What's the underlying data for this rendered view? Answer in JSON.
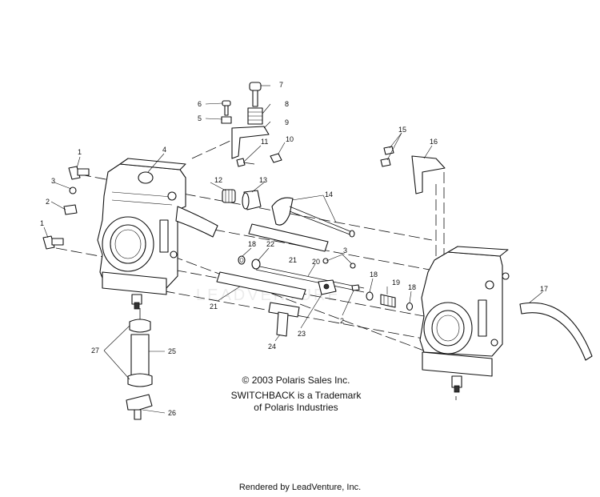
{
  "diagram": {
    "copyright": "© 2003 Polaris Sales Inc.",
    "trademark_line1": "SWITCHBACK is a Trademark",
    "trademark_line2": "of Polaris Industries",
    "watermark": "LEADVENTURE",
    "footer": "Rendered by LeadVenture, Inc.",
    "callouts": [
      {
        "id": "c1a",
        "text": "1"
      },
      {
        "id": "c1b",
        "text": "1"
      },
      {
        "id": "c2a",
        "text": "2"
      },
      {
        "id": "c2b",
        "text": "2"
      },
      {
        "id": "c3a",
        "text": "3"
      },
      {
        "id": "c3b",
        "text": "3"
      },
      {
        "id": "c4",
        "text": "4"
      },
      {
        "id": "c5",
        "text": "5"
      },
      {
        "id": "c6",
        "text": "6"
      },
      {
        "id": "c7",
        "text": "7"
      },
      {
        "id": "c8",
        "text": "8"
      },
      {
        "id": "c9",
        "text": "9"
      },
      {
        "id": "c10",
        "text": "10"
      },
      {
        "id": "c11",
        "text": "11"
      },
      {
        "id": "c12",
        "text": "12"
      },
      {
        "id": "c13",
        "text": "13"
      },
      {
        "id": "c14",
        "text": "14"
      },
      {
        "id": "c15",
        "text": "15"
      },
      {
        "id": "c16",
        "text": "16"
      },
      {
        "id": "c17",
        "text": "17"
      },
      {
        "id": "c18a",
        "text": "18"
      },
      {
        "id": "c18b",
        "text": "18"
      },
      {
        "id": "c18c",
        "text": "18"
      },
      {
        "id": "c19",
        "text": "19"
      },
      {
        "id": "c20",
        "text": "20"
      },
      {
        "id": "c21a",
        "text": "21"
      },
      {
        "id": "c21b",
        "text": "21"
      },
      {
        "id": "c22",
        "text": "22"
      },
      {
        "id": "c23",
        "text": "23"
      },
      {
        "id": "c24",
        "text": "24"
      },
      {
        "id": "c25",
        "text": "25"
      },
      {
        "id": "c26",
        "text": "26"
      },
      {
        "id": "c27",
        "text": "27"
      }
    ]
  }
}
